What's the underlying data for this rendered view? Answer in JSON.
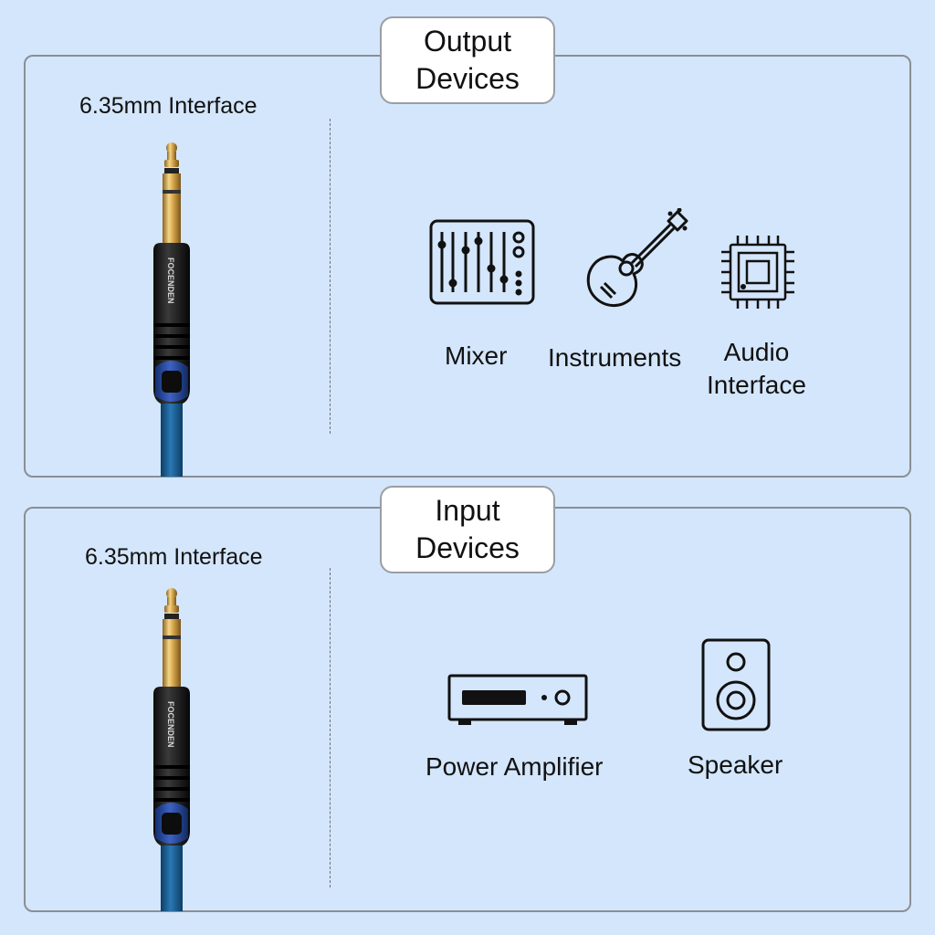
{
  "output_section": {
    "title_line1": "Output",
    "title_line2": "Devices",
    "interface_label": "6.35mm Interface",
    "devices": [
      {
        "label": "Mixer",
        "icon": "mixer-icon"
      },
      {
        "label": "Instruments",
        "icon": "guitar-icon"
      },
      {
        "label_line1": "Audio",
        "label_line2": "Interface",
        "icon": "chip-icon"
      }
    ]
  },
  "input_section": {
    "title_line1": "Input",
    "title_line2": "Devices",
    "interface_label": "6.35mm Interface",
    "devices": [
      {
        "label": "Power Amplifier",
        "icon": "amplifier-icon"
      },
      {
        "label": "Speaker",
        "icon": "speaker-icon"
      }
    ]
  },
  "plug_brand": "FOCENDEN",
  "colors": {
    "background": "#d4e6fb",
    "cable_blue": "#1d5f93",
    "plug_accent_blue": "#2d4fa8",
    "gold": "#c99a3c"
  }
}
